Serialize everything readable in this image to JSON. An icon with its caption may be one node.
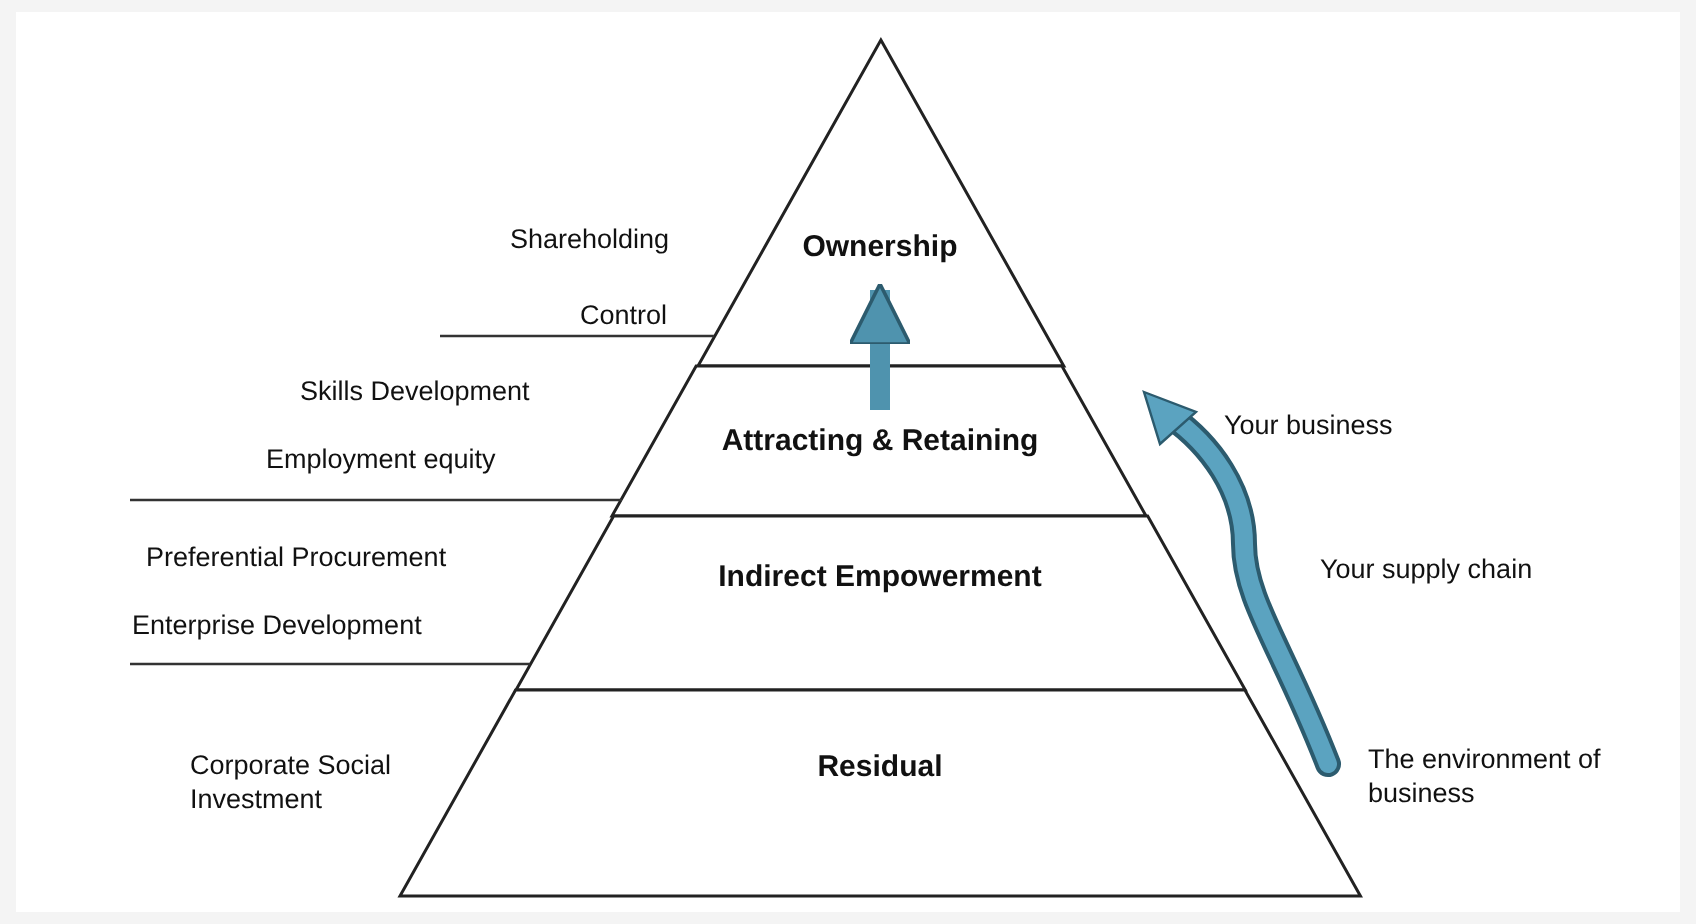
{
  "diagram": {
    "nodes": [
      {
        "text": [
          "Ownership"
        ],
        "beside": [
          "Shareholding",
          "Control"
        ]
      },
      {
        "text": [
          "Attracting & Retaining"
        ],
        "beside": [
          "Skills Development",
          "Employment equity"
        ]
      },
      {
        "text": [
          "Indirect Empowerment"
        ],
        "beside": [
          "Preferential Procurement",
          "Enterprise Development"
        ]
      },
      {
        "text": [
          "Residual"
        ],
        "beside": [
          "Corporate Social Investment"
        ]
      }
    ],
    "edges": [
      {
        "from": 1,
        "to": 0,
        "arrow": "to"
      }
    ],
    "labels": [
      "Your business",
      "Your supply chain",
      "The environment of business"
    ]
  }
}
